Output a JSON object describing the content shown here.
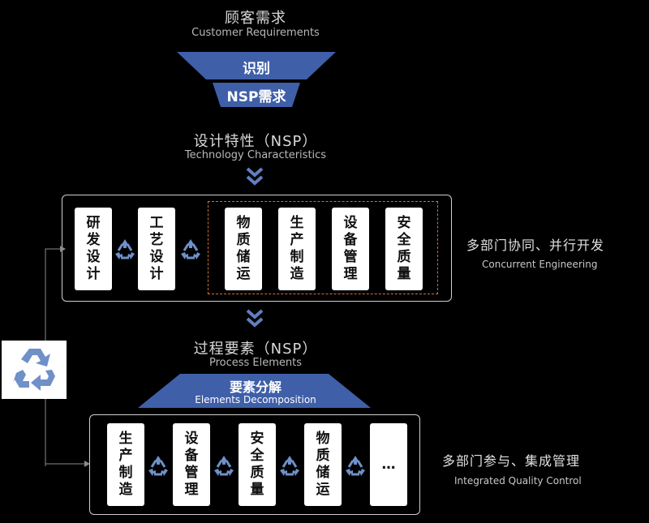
{
  "top": {
    "title": "顾客需求",
    "subtitle": "Customer Requirements"
  },
  "funnel": {
    "upper_label": "识别",
    "lower_label": "NSP需求"
  },
  "tech": {
    "title": "设计特性（NSP）",
    "subtitle": "Technology Characteristics"
  },
  "upper_panel": {
    "cards": [
      [
        "研",
        "发",
        "设",
        "计"
      ],
      [
        "工",
        "艺",
        "设",
        "计"
      ],
      [
        "物",
        "质",
        "储",
        "运"
      ],
      [
        "生",
        "产",
        "制",
        "造"
      ],
      [
        "设",
        "备",
        "管",
        "理"
      ],
      [
        "安",
        "全",
        "质",
        "量"
      ]
    ],
    "side_title": "多部门协同、并行开发",
    "side_subtitle": "Concurrent Engineering"
  },
  "process": {
    "title": "过程要素（NSP）",
    "subtitle": "Process Elements"
  },
  "decomp": {
    "title": "要素分解",
    "subtitle": "Elements Decomposition"
  },
  "lower_panel": {
    "cards": [
      [
        "生",
        "产",
        "制",
        "造"
      ],
      [
        "设",
        "备",
        "管",
        "理"
      ],
      [
        "安",
        "全",
        "质",
        "量"
      ],
      [
        "物",
        "质",
        "储",
        "运"
      ],
      [
        "…"
      ]
    ],
    "side_title": "多部门参与、集成管理",
    "side_subtitle": "Integrated Quality Control"
  },
  "colors": {
    "accent_blue": "#3f5fa8",
    "dash_orange": "#d5702a",
    "recycle_blue": "#6f90c8"
  }
}
